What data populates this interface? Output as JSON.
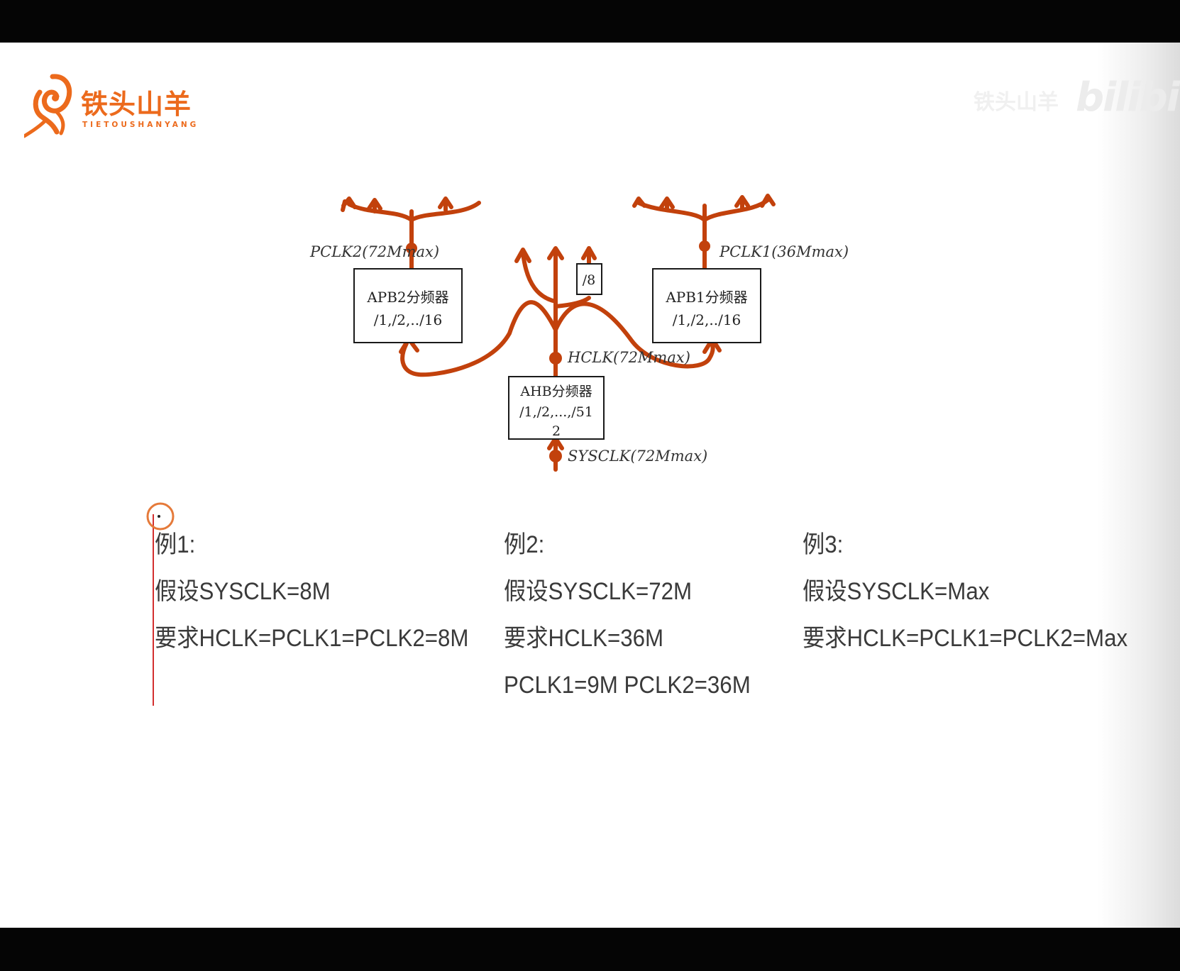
{
  "logo": {
    "title": "铁头山羊",
    "subtitle": "TIETOUSHANYANG"
  },
  "watermark": {
    "text": "铁头山羊",
    "brand": "bilibili"
  },
  "diagram": {
    "pclk2_label": "PCLK2(72Mmax)",
    "pclk1_label": "PCLK1(36Mmax)",
    "hclk_label": "HCLK(72Mmax)",
    "sysclk_label": "SYSCLK(72Mmax)",
    "div8_label": "/8",
    "apb2": {
      "title": "APB2分频器",
      "range": "/1,/2,../16"
    },
    "apb1": {
      "title": "APB1分频器",
      "range": "/1,/2,../16"
    },
    "ahb": {
      "title": "AHB分频器",
      "range": "/1,/2,...,/51",
      "range_cont": "2"
    }
  },
  "examples": [
    {
      "title": "例1:",
      "lines": [
        "假设SYSCLK=8M",
        "要求HCLK=PCLK1=PCLK2=8M"
      ]
    },
    {
      "title": "例2:",
      "lines": [
        "假设SYSCLK=72M",
        "要求HCLK=36M",
        "PCLK1=9M PCLK2=36M"
      ]
    },
    {
      "title": "例3:",
      "lines": [
        "假设SYSCLK=Max",
        "要求HCLK=PCLK1=PCLK2=Max"
      ]
    }
  ],
  "colors": {
    "accent": "#ec6a1c",
    "ink": "#c2410c",
    "annotation": "#d32f2f"
  }
}
